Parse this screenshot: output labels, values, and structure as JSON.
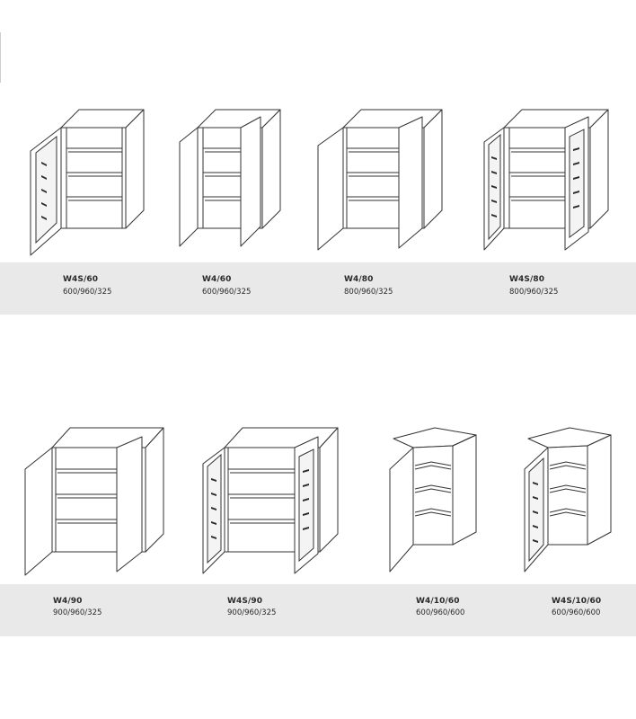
{
  "items": [
    {
      "code": "W4S/60",
      "dims": "600/960/325"
    },
    {
      "code": "W4/60",
      "dims": "600/960/325"
    },
    {
      "code": "W4/80",
      "dims": "800/960/325"
    },
    {
      "code": "W4S/80",
      "dims": "800/960/325"
    },
    {
      "code": "W4/90",
      "dims": "900/960/325"
    },
    {
      "code": "W4S/90",
      "dims": "900/960/325"
    },
    {
      "code": "W4/10/60",
      "dims": "600/960/600"
    },
    {
      "code": "W4S/10/60",
      "dims": "600/960/600"
    }
  ]
}
